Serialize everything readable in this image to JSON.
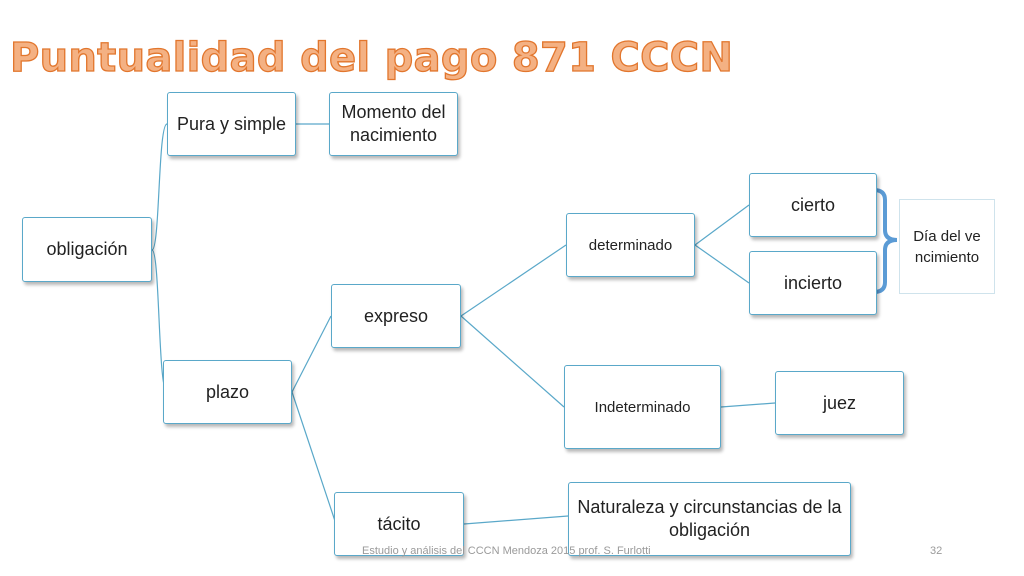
{
  "title": "Puntualidad del pago  871 CCCN",
  "nodes": {
    "obligacion": "obligación",
    "pura_simple": "Pura y simple",
    "momento_nacimiento": "Momento del nacimiento",
    "plazo": "plazo",
    "expreso": "expreso",
    "tacito": "tácito",
    "determinado": "determinado",
    "indeterminado": "Indeterminado",
    "cierto": "cierto",
    "incierto": "incierto",
    "juez": "juez",
    "naturaleza": "Naturaleza y circunstancias de la obligación"
  },
  "note": "Día del vencimiento",
  "footer": {
    "text": "Estudio y análisis del CCCN Mendoza 2015 prof. S. Furlotti",
    "page": "32"
  },
  "colors": {
    "title_fill": "#f4b183",
    "title_stroke": "#e2762d",
    "box_border": "#5aa8c9",
    "connector": "#5aa8c9",
    "bracket": "#5b9bd5"
  }
}
